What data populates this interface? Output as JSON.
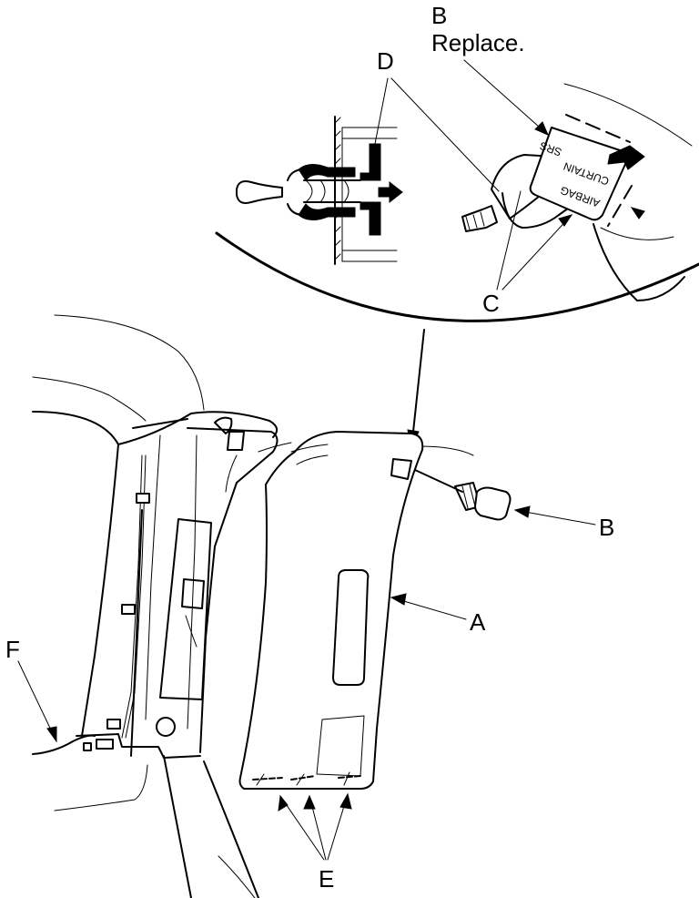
{
  "labels": {
    "A": "A",
    "B_callout_letter": "B",
    "B_callout_note": "Replace.",
    "B": "B",
    "C": "C",
    "D": "D",
    "E": "E",
    "F": "F"
  },
  "clip_marking": {
    "line1": "SRS",
    "line2": "CURTAIN",
    "line3": "AIRBAG"
  }
}
